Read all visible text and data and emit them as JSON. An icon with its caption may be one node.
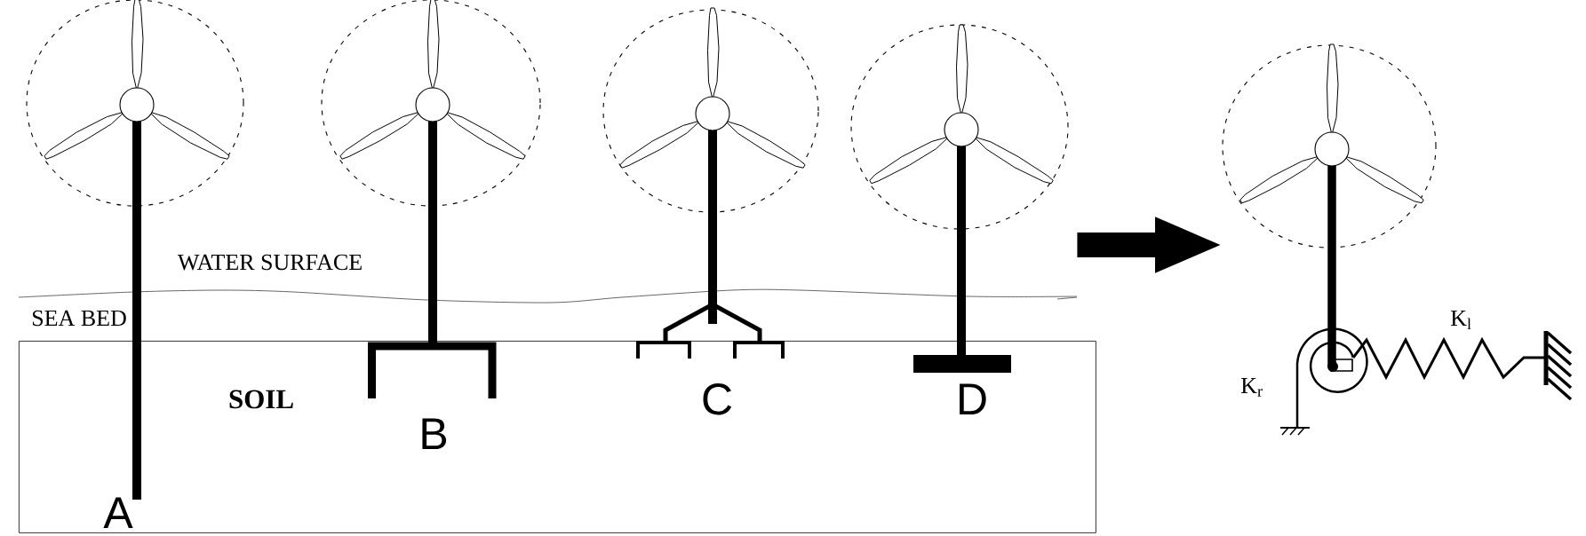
{
  "diagram": {
    "nodes": [
      {
        "text": [],
        "shape": "picture"
      },
      {
        "text": [
          "SOIL"
        ]
      },
      {
        "text": [],
        "shape": "picture"
      }
    ],
    "edges": [
      {
        "from": 0,
        "to": 2,
        "arrow": "to"
      }
    ],
    "labels": [
      "WATER SURFACE",
      "SEA BED",
      "A",
      "B",
      "C",
      "D",
      "K$_{l}$",
      "K$_{r}$"
    ]
  }
}
